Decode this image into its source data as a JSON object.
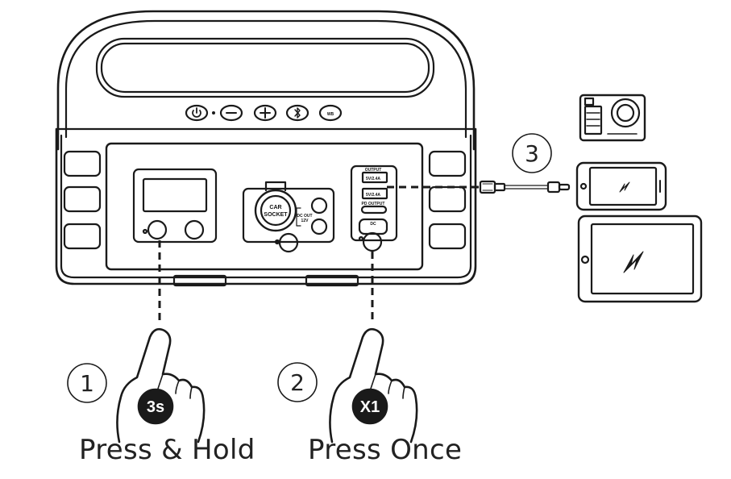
{
  "steps": [
    {
      "number": "1",
      "badge": "3s",
      "caption": "Press & Hold"
    },
    {
      "number": "2",
      "badge": "X1",
      "caption": "Press Once"
    },
    {
      "number": "3"
    }
  ],
  "device": {
    "car_socket_line1": "CAR",
    "car_socket_line2": "SOCKET",
    "top_button_wb": "WB",
    "dc_label_line1": "DC OUT",
    "dc_label_line2": "12V",
    "output_label": "OUTPUT",
    "usb_a_label_1": "5V/2.4A",
    "usb_a_label_2": "5V/2.4A",
    "pd_label": "PD OUTPUT",
    "dc_button_label": "DC"
  },
  "colors": {
    "line": "#1a1a1a",
    "badge_fill": "#1a1a1a",
    "background": "#ffffff"
  },
  "icons": [
    "power-icon",
    "minus-icon",
    "plus-icon",
    "bluetooth-icon",
    "light-icon",
    "action-camera-icon",
    "phone-charging-icon",
    "tablet-charging-icon",
    "usb-cable-icon",
    "hand-press-icon"
  ]
}
